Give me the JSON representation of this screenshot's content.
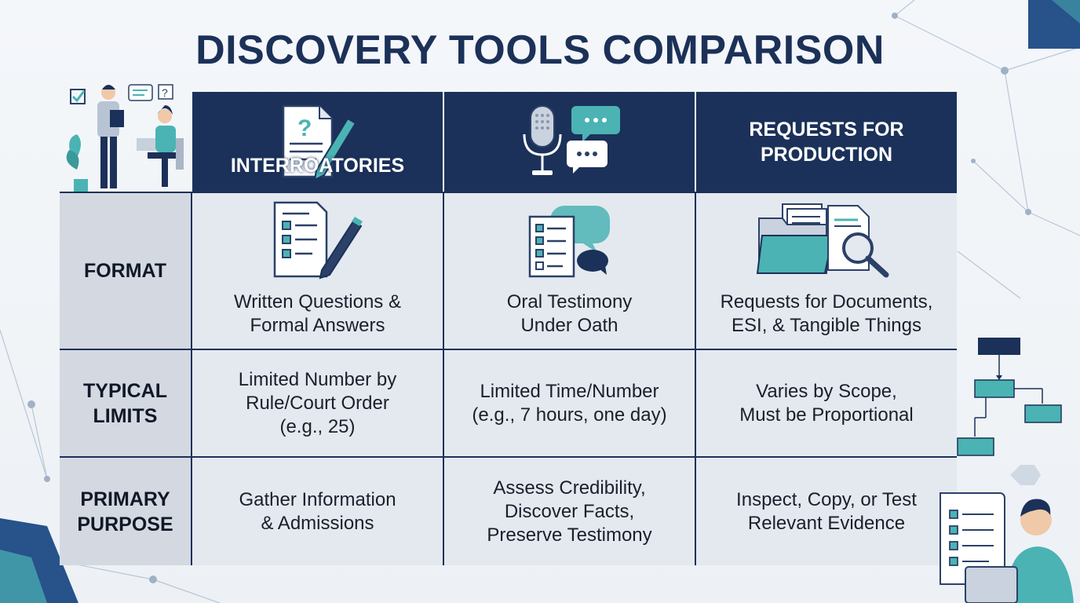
{
  "title": "DISCOVERY TOOLS COMPARISON",
  "columns": [
    {
      "label": "INTERROATORIES",
      "icon": "document-question-pen-icon"
    },
    {
      "label": "",
      "icon": "microphone-speech-bubbles-icon"
    },
    {
      "label": "REQUESTS FOR\nPRODUCTION",
      "icon": ""
    }
  ],
  "rows": [
    {
      "label": "FORMAT",
      "cells": [
        "Written Questions &\nFormal Answers",
        "Oral Testimony\nUnder Oath",
        "Requests for Documents,\nESI, & Tangible Things"
      ],
      "icons": [
        "checklist-pen-icon",
        "checklist-speech-bubble-icon",
        "folder-magnifier-icon"
      ]
    },
    {
      "label": "TYPICAL\nLIMITS",
      "cells": [
        "Limited Number by\nRule/Court Order\n(e.g., 25)",
        "Limited Time/Number\n(e.g., 7 hours, one day)",
        "Varies by Scope,\nMust be Proportional"
      ]
    },
    {
      "label": "PRIMARY\nPURPOSE",
      "cells": [
        "Gather Information\n& Admissions",
        "Assess Credibility,\nDiscover Facts,\nPreserve Testimony",
        "Inspect, Copy, or Test\nRelevant Evidence"
      ]
    }
  ],
  "colors": {
    "navy": "#1b3159",
    "teal": "#4bb3b3",
    "row_label_bg": "#d4d9e1",
    "cell_bg": "#e4e9f0"
  },
  "illustrations": [
    "people-collaborating-illustration",
    "flowchart-decoration-icon",
    "person-with-checklist-illustration"
  ]
}
